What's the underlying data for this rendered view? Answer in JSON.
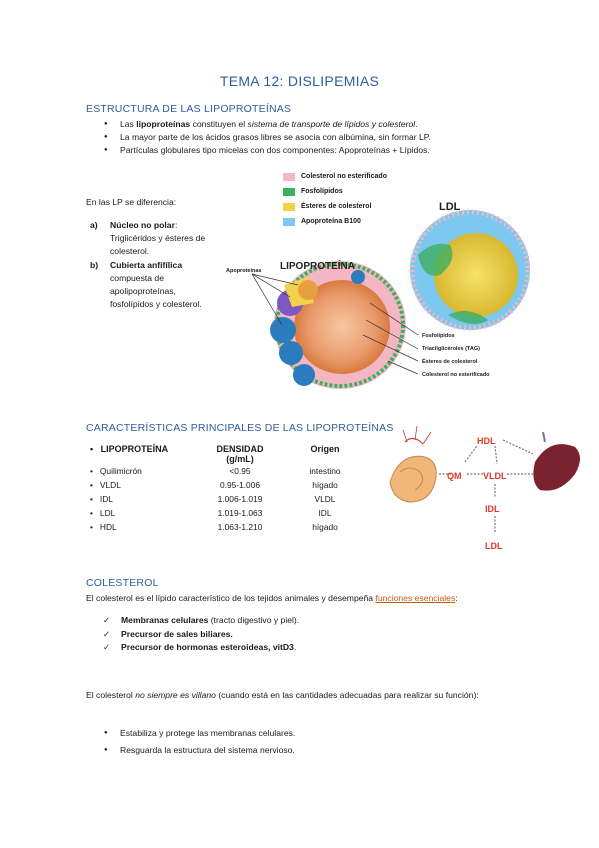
{
  "doc": {
    "title": "TEMA 12: DISLIPEMIAS",
    "sec1": {
      "heading": "ESTRUCTURA DE LAS LIPOPROTEÍNAS",
      "bullets": [
        {
          "pre": "Las ",
          "bold": "lipoproteínas",
          "mid": " constituyen el ",
          "ital": "sistema de transporte de lípidos y colesterol",
          "post": "."
        },
        {
          "text": "La mayor parte de los ácidos grasos libres se asocia con albúmina, sin formar LP."
        },
        {
          "text": "Partículas globulares tipo micelas con dos componentes: Apoproteínas + Lípidos."
        }
      ],
      "diff_intro": "En las LP se diferencia:",
      "items": [
        {
          "marker": "a)",
          "bold": "Núcleo no polar",
          "rest": ": Triglicéridos y ésteres de colesterol."
        },
        {
          "marker": "b)",
          "bold": "Cubierta anfifílica",
          "rest": " compuesta de apolipoproteínas, fosfolípidos y colesterol."
        }
      ]
    },
    "figure1": {
      "legend": [
        {
          "label": "Colesterol no esterificado",
          "color": "#f4b6c2"
        },
        {
          "label": "Fosfolípidos",
          "color": "#3fae62"
        },
        {
          "label": "Ésteres de colesterol",
          "color": "#f2d24a"
        },
        {
          "label": "Apoproteína B100",
          "color": "#7cc8ee"
        }
      ],
      "ldl_label": "LDL",
      "lipo_label": "LIPOPROTEÍNA",
      "apo_label": "Apoproteínas",
      "callouts": [
        "Fosfolípidos",
        "Triacilglicéroles (TAG)",
        "Ésteres de colesterol",
        "Colesterol no esterificado"
      ]
    },
    "sec2": {
      "heading": "CARACTERÍSTICAS PRINCIPALES DE LAS LIPOPROTEÍNAS",
      "headers": {
        "lp": "LIPOPROTEÍNA",
        "dens1": "DENSIDAD",
        "dens2": "(g/mL)",
        "origin": "Origen"
      },
      "rows": [
        {
          "lp": "Quilimicrón",
          "dens": "<0.95",
          "origin": "intestino"
        },
        {
          "lp": "VLDL",
          "dens": "0.95-1.006",
          "origin": "hígado"
        },
        {
          "lp": "IDL",
          "dens": "1.006-1.019",
          "origin": "VLDL"
        },
        {
          "lp": "LDL",
          "dens": "1.019-1.063",
          "origin": "IDL"
        },
        {
          "lp": "HDL",
          "dens": "1.063-1.210",
          "origin": "hígado"
        }
      ],
      "diagram": {
        "hdl": "HDL",
        "qm": "QM",
        "vldl": "VLDL",
        "idl": "IDL",
        "ldl": "LDL"
      }
    },
    "sec3": {
      "heading": "COLESTEROL",
      "intro_pre": "El colesterol es el lípido característico de los tejidos animales y desempeña ",
      "intro_link": "funciones esenciales",
      "intro_post": ":",
      "checks": [
        {
          "bold": "Membranas celulares",
          "rest": " (tracto digestivo y piel)."
        },
        {
          "bold": "Precursor de sales biliares.",
          "rest": ""
        },
        {
          "bold": "Precursor de hormonas esteroideas, vitD3",
          "rest": "."
        }
      ],
      "villano_pre": "El colesterol ",
      "villano_ital": "no siempre es villano",
      "villano_post": " (cuando está en las cantidades adecuadas para realizar su función):",
      "bullets": [
        "Estabiliza y protege las membranas celulares.",
        "Resguarda la estructura del sistema nervioso."
      ]
    }
  }
}
